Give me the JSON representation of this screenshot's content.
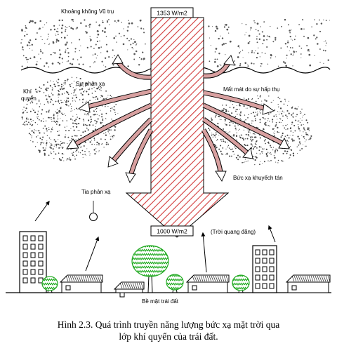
{
  "labels": {
    "top_left": "Khoảng không Vũ trụ",
    "top_value": "1353 W/m2",
    "reflect": "Sự phản xạ",
    "absorb": "Mất mát do sự hấp thụ",
    "cloud": "Khí quyển",
    "scatter": "Bức xạ khuyếch tán",
    "direct": "Tia phản xạ",
    "bottom_value": "1000 W/m2",
    "clear_sky": "(Trời quang đãng)",
    "ground": "Bề mặt trái đất"
  },
  "caption": {
    "line1": "Hình 2.3. Quá trình truyền năng lượng bức xạ mặt trời qua",
    "line2": "lớp khí quyển của trái đất."
  },
  "colors": {
    "ink": "#000000",
    "hatch": "#d23a3a",
    "tree": "#22aa22",
    "sky_dots": "#555555"
  }
}
